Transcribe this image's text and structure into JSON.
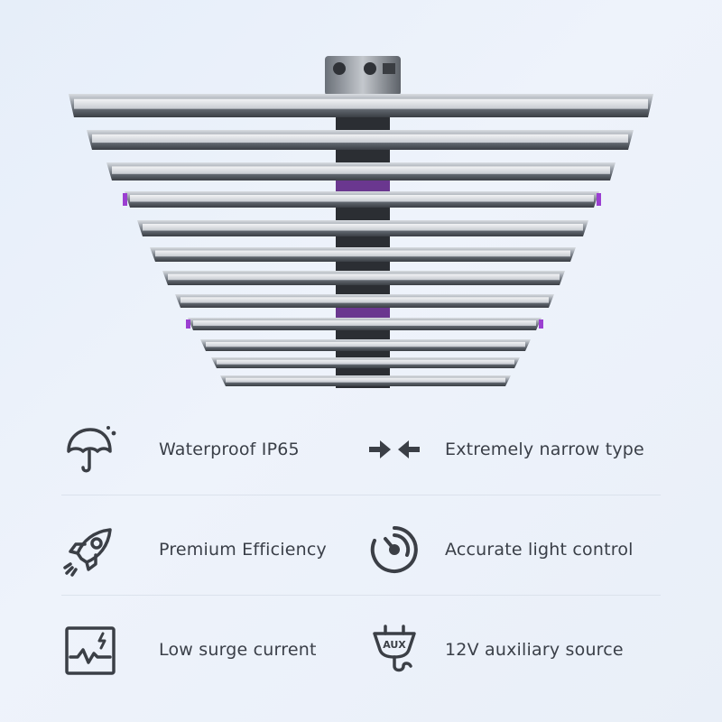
{
  "features": [
    {
      "icon": "umbrella-icon",
      "label": "Waterproof IP65"
    },
    {
      "icon": "narrow-arrows-icon",
      "label": "Extremely narrow type"
    },
    {
      "icon": "rocket-icon",
      "label": "Premium Efficiency"
    },
    {
      "icon": "dial-control-icon",
      "label": "Accurate light control"
    },
    {
      "icon": "surge-monitor-icon",
      "label": "Low surge current"
    },
    {
      "icon": "aux-plug-icon",
      "label": "12V auxiliary source",
      "icon_text": "AUX"
    }
  ],
  "colors": {
    "text": "#3a3f48",
    "icon": "#3b3f46",
    "bar_purple": "#9b3fd1",
    "divider": "#dbe2ec"
  }
}
